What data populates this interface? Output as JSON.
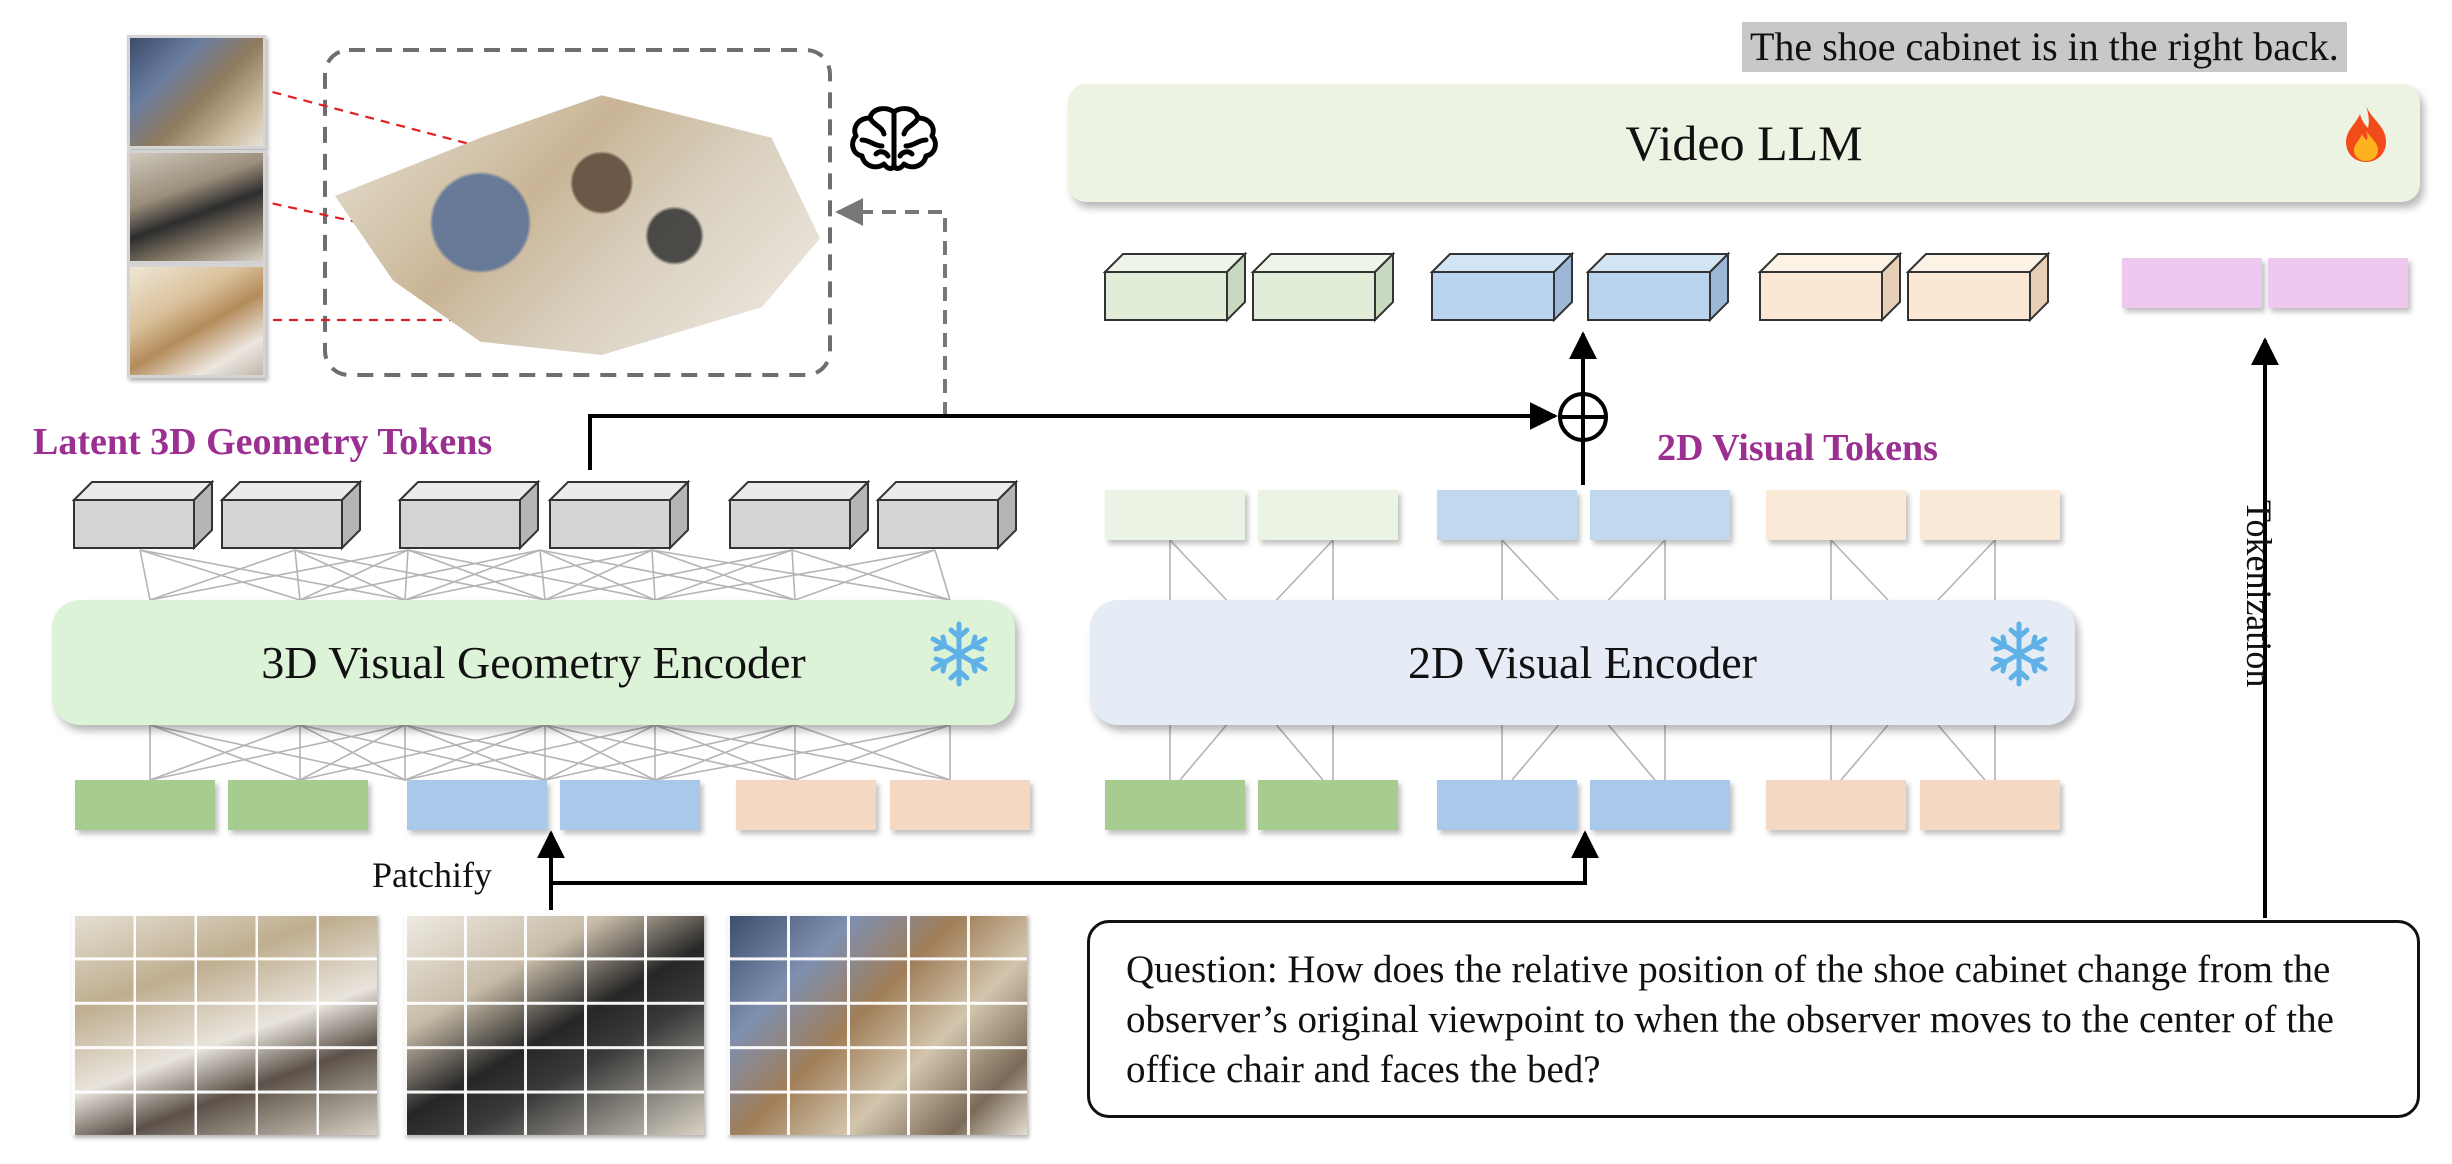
{
  "answer_text": "The shoe cabinet is in the right back.",
  "video_llm_label": "Video LLM",
  "geometry_encoder_label": "3D Visual Geometry Encoder",
  "visual_encoder_label": "2D Visual Encoder",
  "latent_tokens_label": "Latent 3D Geometry Tokens",
  "visual_tokens_label": "2D Visual Tokens",
  "patchify_label": "Patchify",
  "tokenization_label": "Tokenization",
  "question_text": "Question: How does the relative position of the shoe cabinet change from the observer’s original viewpoint to when the observer moves to the center of the office chair and faces the bed?",
  "colors": {
    "llm_fill": "#ecf3e3",
    "geometry_encoder_fill": "#ddf3d8",
    "visual_encoder_fill": "#e6ecf6",
    "token_green": "#a6cd8f",
    "token_blue": "#a9c9ea",
    "token_peach": "#f5d8c3",
    "token_pink": "#eec8ee",
    "latent_token_gray": "#d5d5d5",
    "label_purple": "#9b2f92"
  },
  "icons": [
    "fire-icon",
    "snowflake-icon",
    "brain-icon",
    "plus-circle-icon"
  ]
}
